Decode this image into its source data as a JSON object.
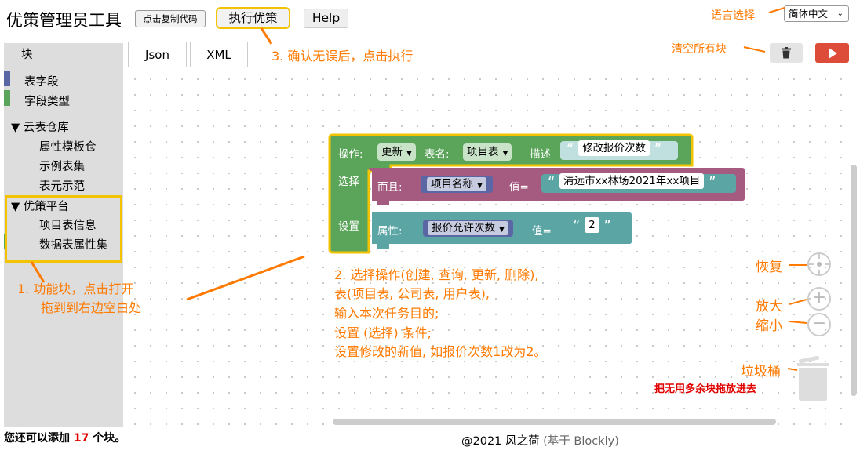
{
  "header": {
    "title": "优策管理员工具",
    "copy_code_button": "点击复制代码",
    "run_button": "执行优策",
    "help_button": "Help",
    "language_label": "语言选择",
    "language_selected": "简体中文"
  },
  "tabs": {
    "blocks": "块",
    "json": "Json",
    "xml": "XML"
  },
  "toolbar": {
    "clear_label": "清空所有块"
  },
  "sidebar": {
    "items": [
      {
        "label": "表字段",
        "color": "#5b67a5"
      },
      {
        "label": "字段类型",
        "color": "#5ba55b"
      },
      {
        "label": "▼ 云表仓库"
      },
      {
        "label": "属性模板仓"
      },
      {
        "label": "示例表集"
      },
      {
        "label": "表元示范"
      },
      {
        "label": "▼ 优策平台"
      },
      {
        "label": "项目表信息"
      },
      {
        "label": "数据表属性集",
        "color": "#5ba55b"
      }
    ]
  },
  "block": {
    "op_label": "操作:",
    "op_value": "更新",
    "table_label": "表名:",
    "table_value": "项目表",
    "desc_label": "描述",
    "desc_value": "修改报价次数",
    "select_label": "选择",
    "where_label": "而且:",
    "where_field": "项目名称",
    "where_eq": "值=",
    "where_value": "清远市xx林场2021年xx项目",
    "set_label": "设置",
    "attr_label": "属性:",
    "attr_field": "报价允许次数",
    "attr_eq": "值=",
    "attr_value": "2",
    "colors": {
      "outer": "#5ba55b",
      "outline": "#f3c200",
      "where": "#a55b80",
      "attr": "#5ba5a5",
      "field": "#5b67a5"
    }
  },
  "annotations": {
    "step3": "3. 确认无误后，点击执行",
    "step1_line1": "1.  功能块，点击打开",
    "step1_line2": "拖到到右边空白处",
    "step2_lines": [
      "2.  选择操作(创建, 查询, 更新, 删除),",
      "表(项目表, 公司表, 用户表),",
      "输入本次任务目的;",
      "设置 (选择) 条件;",
      "设置修改的新值, 如报价次数1改为2。"
    ],
    "restore": "恢复",
    "zoom_in": "放大",
    "zoom_out": "缩小",
    "trash": "垃圾桶",
    "trash_hint": "把无用多余块拖放进去"
  },
  "footer": {
    "remaining_prefix": "您还可以添加",
    "remaining_count": "17",
    "remaining_suffix": "个块。",
    "credit": "@2021 风之荷",
    "credit_muted": "(基于 Blockly)"
  }
}
